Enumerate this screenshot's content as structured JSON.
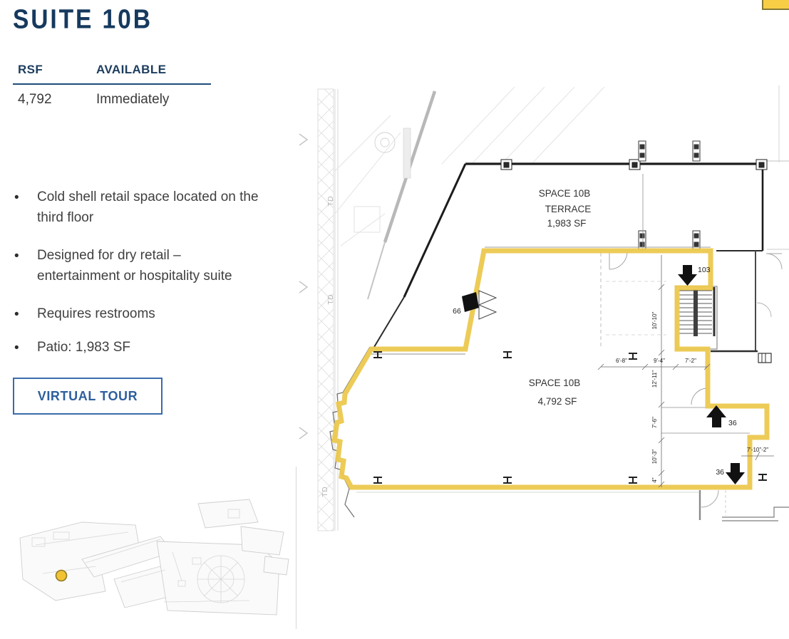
{
  "page": {
    "title": "SUITE 10B"
  },
  "colors": {
    "navy": "#16395E",
    "rule_navy": "#1D4E79",
    "button_blue": "#2E5F9E",
    "highlight_yellow": "#ECC84E",
    "corner_tab_yellow": "#F7CE46",
    "marker_yellow": "#F1C232"
  },
  "spec_table": {
    "headers": {
      "rsf": "RSF",
      "available": "AVAILABLE"
    },
    "values": {
      "rsf": "4,792",
      "available": "Immediately"
    }
  },
  "bullets": [
    {
      "lines": [
        "Cold shell retail space located on the",
        "third floor"
      ]
    },
    {
      "lines": [
        "Designed for dry retail –",
        "entertainment or hospitality suite"
      ]
    },
    {
      "lines": [
        "Requires restrooms"
      ]
    },
    {
      "lines": [
        "Patio: 1,983 SF"
      ]
    }
  ],
  "actions": {
    "virtual_tour_label": "VIRTUAL TOUR"
  },
  "floor_plan": {
    "terrace_label": {
      "line1": "SPACE 10B",
      "line2": "TERRACE",
      "line3": "1,983 SF"
    },
    "suite_label": {
      "line1": "SPACE 10B",
      "line2": "4,792 SF"
    },
    "door_tags": {
      "door_66": "66",
      "door_103": "103",
      "stair_up_36": "36",
      "stair_down_36": "36"
    },
    "dimensions": {
      "v1": "10'-10\"",
      "v2": "12'-11\"",
      "v3": "7'-6\"",
      "v4": "10'-3\"",
      "v5": "4\"",
      "h1": "6'-8\"",
      "h2": "9'-4\"",
      "h3": "7'-2\"",
      "corner": "7'-10\"-2\""
    },
    "annotations": {
      "td": "TD"
    }
  }
}
